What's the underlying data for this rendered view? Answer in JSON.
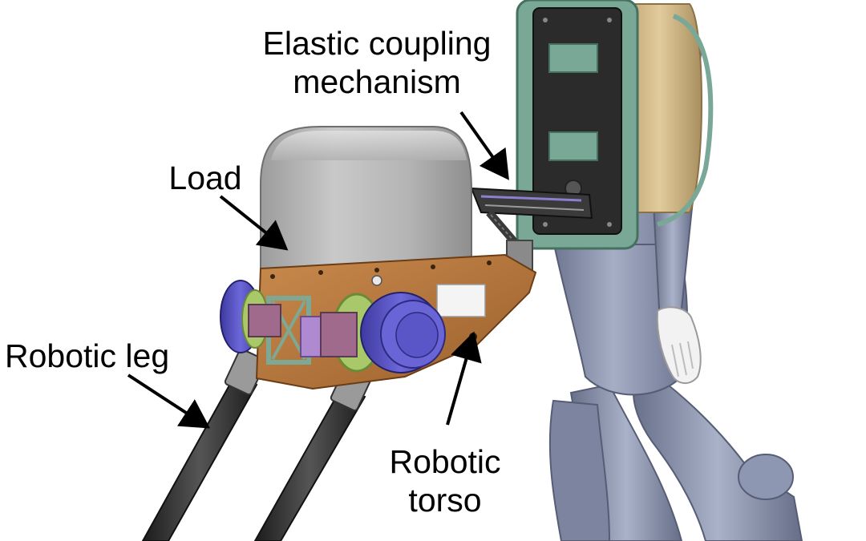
{
  "figure": {
    "labels": {
      "elastic_coupling": [
        "Elastic coupling",
        "mechanism"
      ],
      "load": [
        "Load"
      ],
      "robotic_leg": [
        "Robotic leg"
      ],
      "robotic_torso": [
        "Robotic",
        "torso"
      ]
    },
    "colors": {
      "background": "#ffffff",
      "text": "#000000",
      "arrow": "#000000",
      "load_box": "#b9b9b9",
      "torso_plate": "#b8743c",
      "frame_green": "#7ea894",
      "hip_motor": "#5b56c8",
      "hip_ring": "#a9c86a",
      "leg_tube": "#333333",
      "humanoid_body": "#8a93ad",
      "backpack_plate": "#2b2b2b",
      "backpack_frame": "#7aa896",
      "backpack_tank": "#d7bd8c",
      "hand": "#f0f0f0"
    }
  }
}
